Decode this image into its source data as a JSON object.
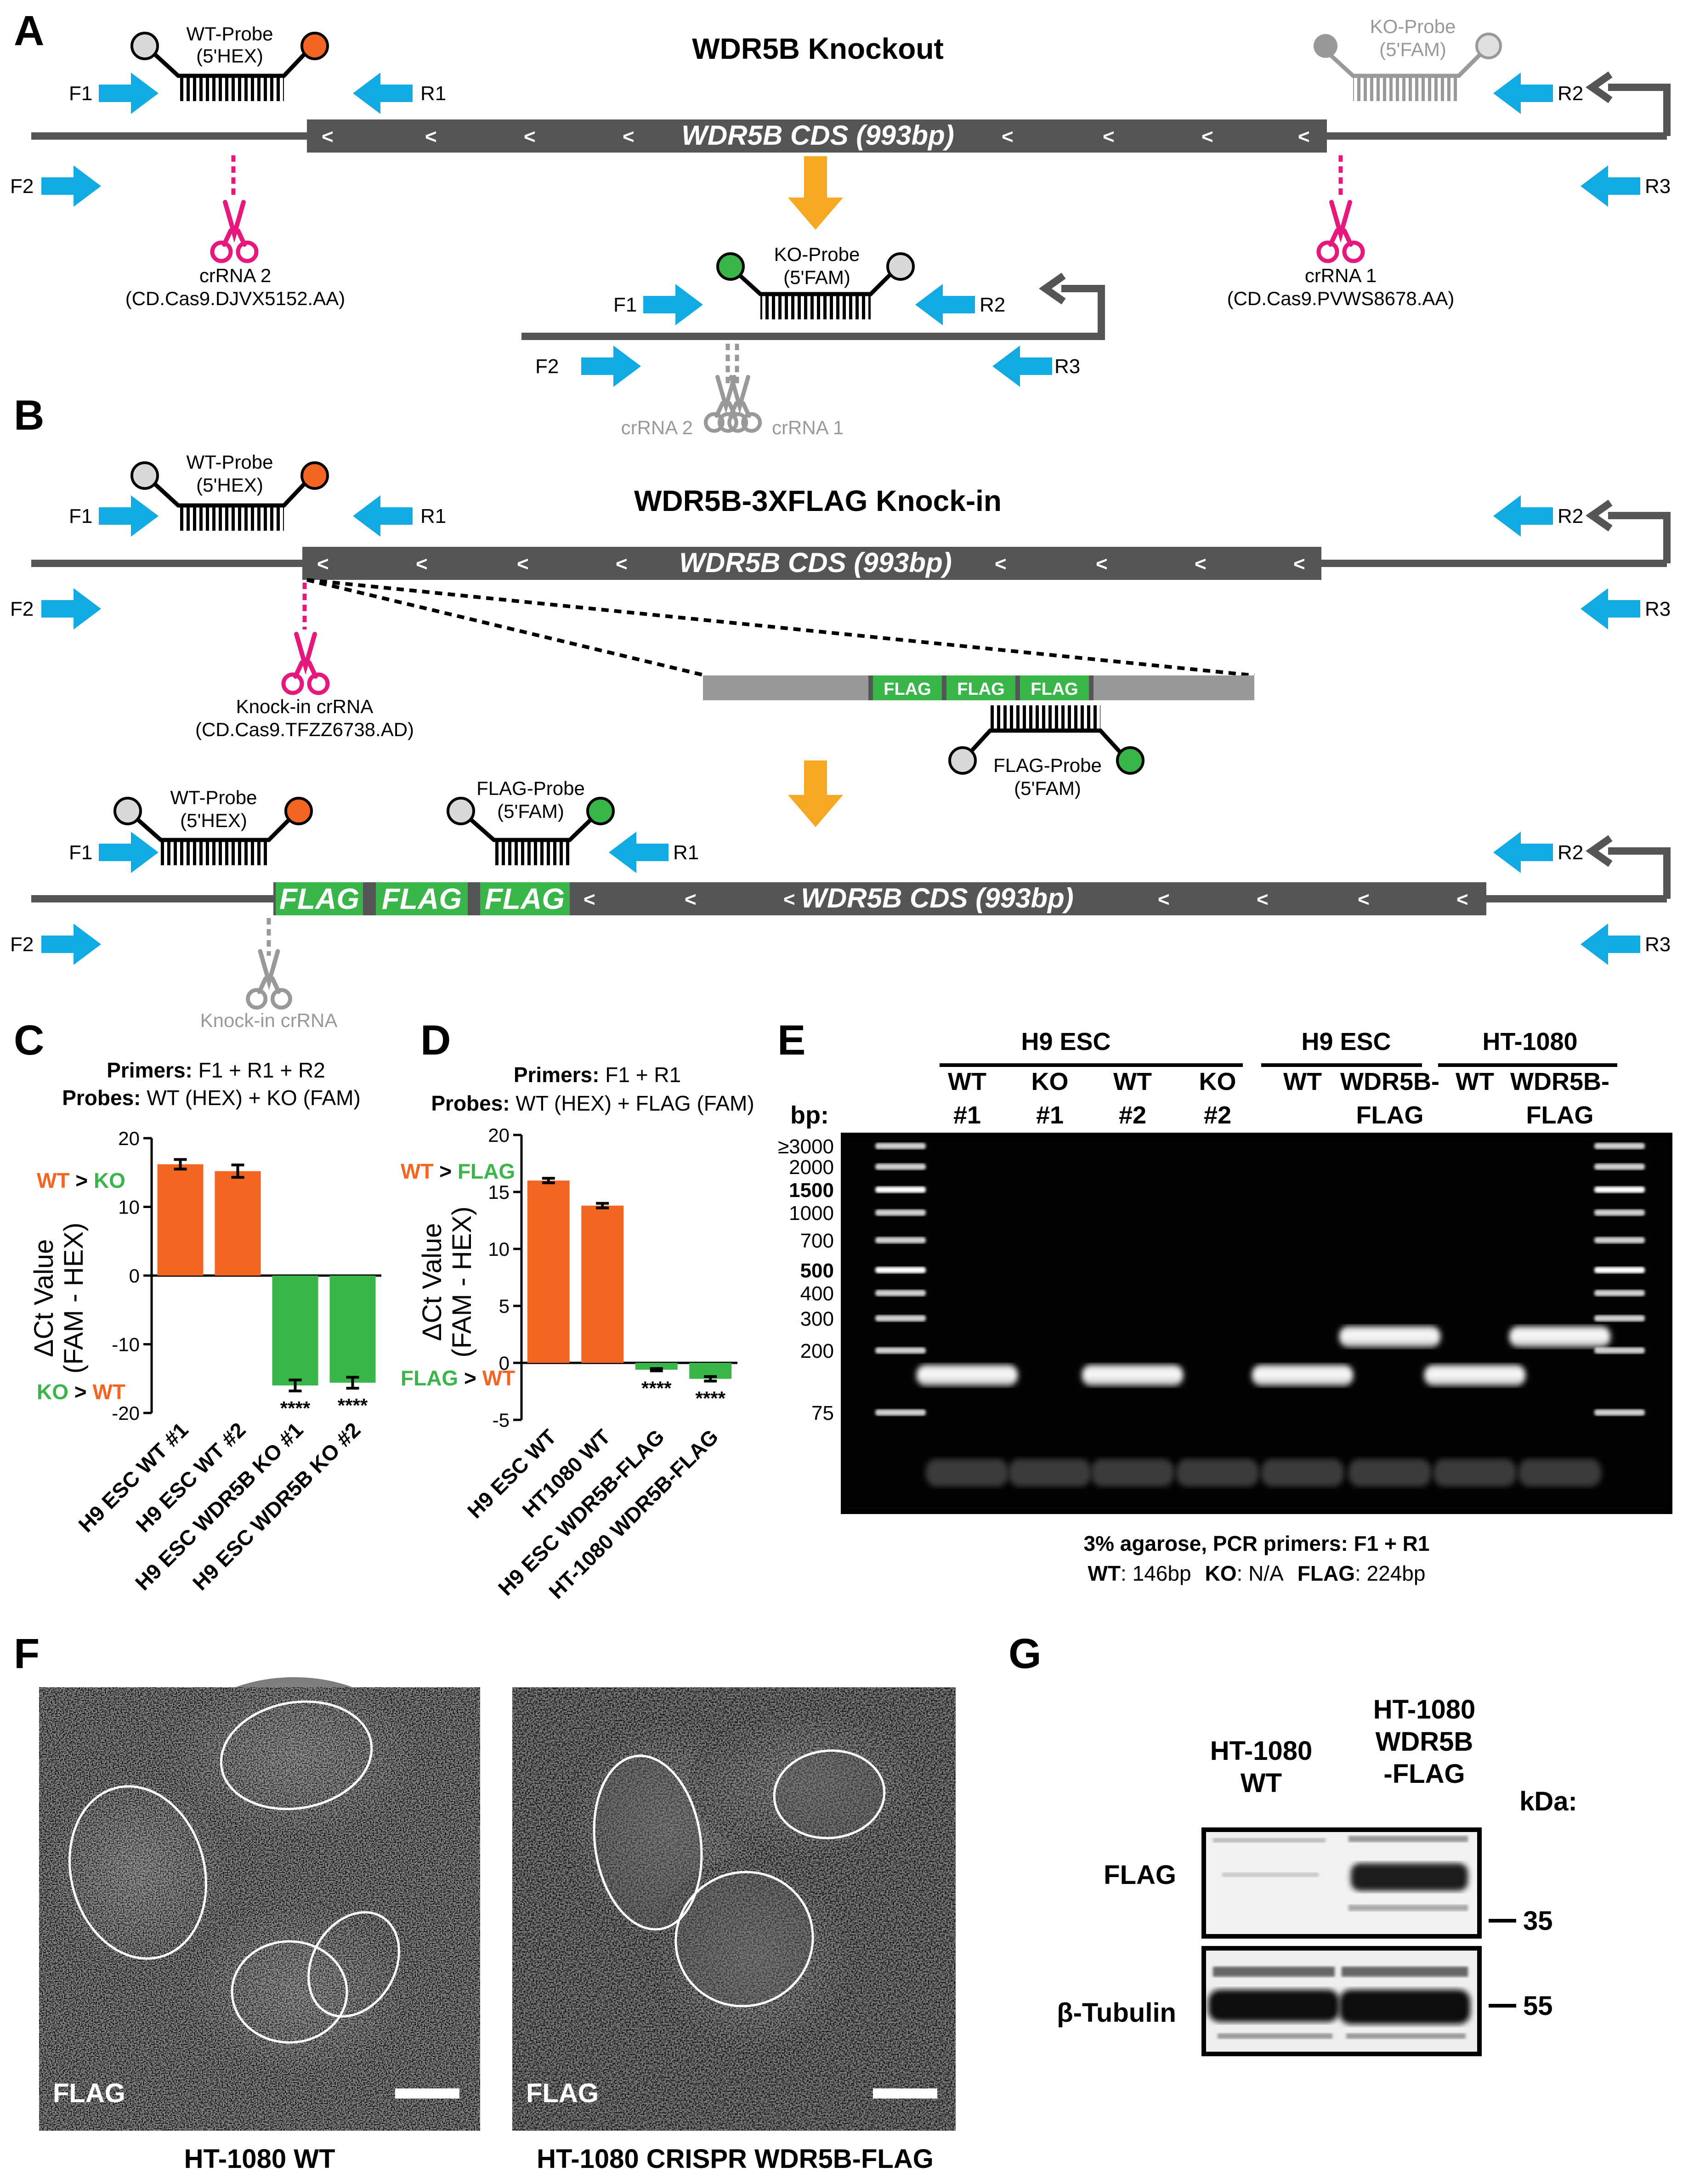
{
  "panels": {
    "a": "A",
    "b": "B",
    "c": "C",
    "d": "D",
    "e": "E",
    "f": "F",
    "g": "G"
  },
  "panel_a": {
    "title": "WDR5B Knockout",
    "cds": "WDR5B CDS (993bp)",
    "primers": {
      "f1": "F1",
      "f2": "F2",
      "r1": "R1",
      "r2": "R2",
      "r3": "R3"
    },
    "wt_probe": [
      "WT-Probe",
      "(5'HEX)"
    ],
    "ko_probe": [
      "KO-Probe",
      "(5'FAM)"
    ],
    "crrna2": [
      "crRNA 2",
      "(CD.Cas9.DJVX5152.AA)"
    ],
    "crrna1": [
      "crRNA 1",
      "(CD.Cas9.PVWS8678.AA)"
    ],
    "scar_crrna2": "crRNA 2",
    "scar_crrna1": "crRNA 1"
  },
  "panel_b": {
    "title": "WDR5B-3XFLAG Knock-in",
    "cds": "WDR5B CDS (993bp)",
    "knockin_crrna": [
      "Knock-in crRNA",
      "(CD.Cas9.TFZZ6738.AD)"
    ],
    "flag": "FLAG",
    "flag_probe": [
      "FLAG-Probe",
      "(5'FAM)"
    ],
    "wt_probe": [
      "WT-Probe",
      "(5'HEX)"
    ],
    "knockin_scar": "Knock-in crRNA"
  },
  "panel_c": {
    "primers_label": "Primers:",
    "primers_value": " F1 + R1 + R2",
    "probes_label": "Probes:",
    "probes_value": " WT (HEX) + KO (FAM)",
    "y_label_1": "ΔCt Value",
    "y_label_2": "(FAM - HEX)",
    "upper_note": {
      "a": "WT",
      "op": " > ",
      "b": "KO"
    },
    "lower_note": {
      "a": "KO",
      "op": " > ",
      "b": "WT"
    },
    "significance": "****"
  },
  "panel_d": {
    "primers_label": "Primers:",
    "primers_value": " F1 + R1",
    "probes_label": "Probes:",
    "probes_value": " WT (HEX) + FLAG (FAM)",
    "y_label_1": "ΔCt Value",
    "y_label_2": "(FAM - HEX)",
    "upper_note": {
      "a": "WT",
      "op": " > ",
      "b": "FLAG"
    },
    "lower_note": {
      "a": "FLAG",
      "op": " > ",
      "b": "WT"
    },
    "significance": "****"
  },
  "chart_data": [
    {
      "type": "bar",
      "categories": [
        "H9 ESC WT #1",
        "H9 ESC WT #2",
        "H9 ESC WDR5B KO #1",
        "H9 ESC WDR5B KO #2"
      ],
      "values": [
        16.2,
        15.2,
        -16.0,
        -15.6
      ],
      "errors": [
        0.7,
        0.9,
        0.8,
        0.8
      ],
      "colors": [
        "#f26522",
        "#f26522",
        "#3ab54a",
        "#3ab54a"
      ],
      "significant": [
        false,
        false,
        true,
        true
      ],
      "ylim": [
        -20,
        20
      ],
      "yticks": [
        -20,
        -10,
        0,
        10,
        20
      ]
    },
    {
      "type": "bar",
      "categories": [
        "H9 ESC WT",
        "HT1080 WT",
        "H9 ESC WDR5B-FLAG",
        "HT-1080 WDR5B-FLAG"
      ],
      "values": [
        16.0,
        13.8,
        -0.6,
        -1.4
      ],
      "errors": [
        0.2,
        0.2,
        0.1,
        0.2
      ],
      "colors": [
        "#f26522",
        "#f26522",
        "#3ab54a",
        "#3ab54a"
      ],
      "significant": [
        false,
        false,
        true,
        true
      ],
      "ylim": [
        -5,
        20
      ],
      "yticks": [
        -5,
        0,
        5,
        10,
        15,
        20
      ]
    }
  ],
  "panel_e": {
    "group_h9_1": "H9 ESC",
    "group_h9_2": "H9 ESC",
    "group_ht": "HT-1080",
    "bp_label": "bp:",
    "lanes": [
      [
        "WT",
        "#1"
      ],
      [
        "KO",
        "#1"
      ],
      [
        "WT",
        "#2"
      ],
      [
        "KO",
        "#2"
      ],
      [
        "WT",
        ""
      ],
      [
        "WDR5B-",
        "FLAG"
      ],
      [
        "WT",
        ""
      ],
      [
        "WDR5B-",
        "FLAG"
      ]
    ],
    "ladder": [
      {
        "label": "≥3000",
        "bold": false
      },
      {
        "label": "2000",
        "bold": false
      },
      {
        "label": "1500",
        "bold": true
      },
      {
        "label": "1000",
        "bold": false
      },
      {
        "label": "700",
        "bold": false
      },
      {
        "label": "500",
        "bold": true
      },
      {
        "label": "400",
        "bold": false
      },
      {
        "label": "300",
        "bold": false
      },
      {
        "label": "200",
        "bold": false
      },
      {
        "label": "75",
        "bold": false
      }
    ],
    "caption_1": "3% agarose, PCR primers: F1 + R1",
    "caption_2": {
      "wt": "WT",
      "wt_v": ": 146bp",
      "ko": "KO",
      "ko_v": ": N/A",
      "flag": "FLAG",
      "flag_v": ": 224bp"
    }
  },
  "panel_f": {
    "stain_1": "FLAG",
    "stain_2": "FLAG",
    "caption_1": "HT-1080 WT",
    "caption_2": "HT-1080 CRISPR WDR5B-FLAG"
  },
  "panel_g": {
    "lane_1": [
      "HT-1080",
      "WT"
    ],
    "lane_2": [
      "HT-1080",
      "WDR5B",
      "-FLAG"
    ],
    "kda": "kDa:",
    "row_1": "FLAG",
    "row_2": "β-Tubulin",
    "mark_1": "35",
    "mark_2": "55"
  }
}
